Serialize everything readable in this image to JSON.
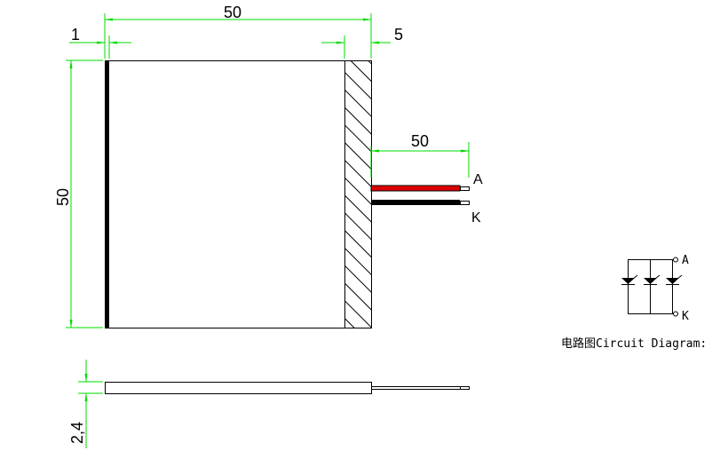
{
  "dimensions": {
    "panel_width": "50",
    "edge_left": "1",
    "edge_right": "5",
    "panel_height": "50",
    "wire_length": "50",
    "thickness": "2,4"
  },
  "terminals": {
    "anode": "A",
    "cathode": "K"
  },
  "circuit": {
    "label": "电路图Circuit Diagram:",
    "anode": "A",
    "cathode": "K",
    "led_count": 3
  },
  "colors": {
    "dimension": "#00dd00",
    "anode_wire": "#e00000",
    "cathode_wire": "#000000"
  }
}
